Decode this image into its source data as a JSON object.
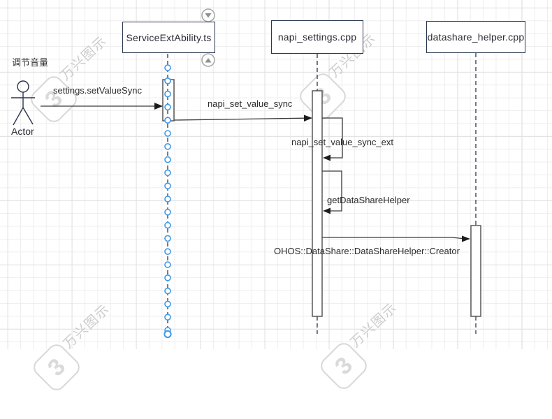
{
  "note": "调节音量",
  "actor": {
    "label": "Actor"
  },
  "lifelines": [
    {
      "label": "ServiceExtAbility.ts"
    },
    {
      "label": "napi_settings.cpp"
    },
    {
      "label": "datashare_helper.cpp"
    }
  ],
  "messages": [
    {
      "label": "settings.setValueSync",
      "from": "Actor",
      "to": "ServiceExtAbility.ts",
      "kind": "call"
    },
    {
      "label": "napi_set_value_sync",
      "from": "ServiceExtAbility.ts",
      "to": "napi_settings.cpp",
      "kind": "call"
    },
    {
      "label": "napi_set_value_sync_ext",
      "from": "napi_settings.cpp",
      "to": "napi_settings.cpp",
      "kind": "self"
    },
    {
      "label": "getDataShareHelper",
      "from": "napi_settings.cpp",
      "to": "napi_settings.cpp",
      "kind": "self"
    },
    {
      "label": "OHOS::DataShare::DataShareHelper::Creator",
      "from": "napi_settings.cpp",
      "to": "datashare_helper.cpp",
      "kind": "call"
    }
  ],
  "watermark": {
    "text": "万兴图示",
    "logo_glyph": "3"
  },
  "colors": {
    "lifeline": "#2a3550",
    "arrow": "#3a3a3a",
    "activation_border": "#4b4b4b",
    "selection_handle": "#3f9ae8",
    "watermark_gray": "#c4c4c4",
    "grid": "#eeeeee"
  }
}
